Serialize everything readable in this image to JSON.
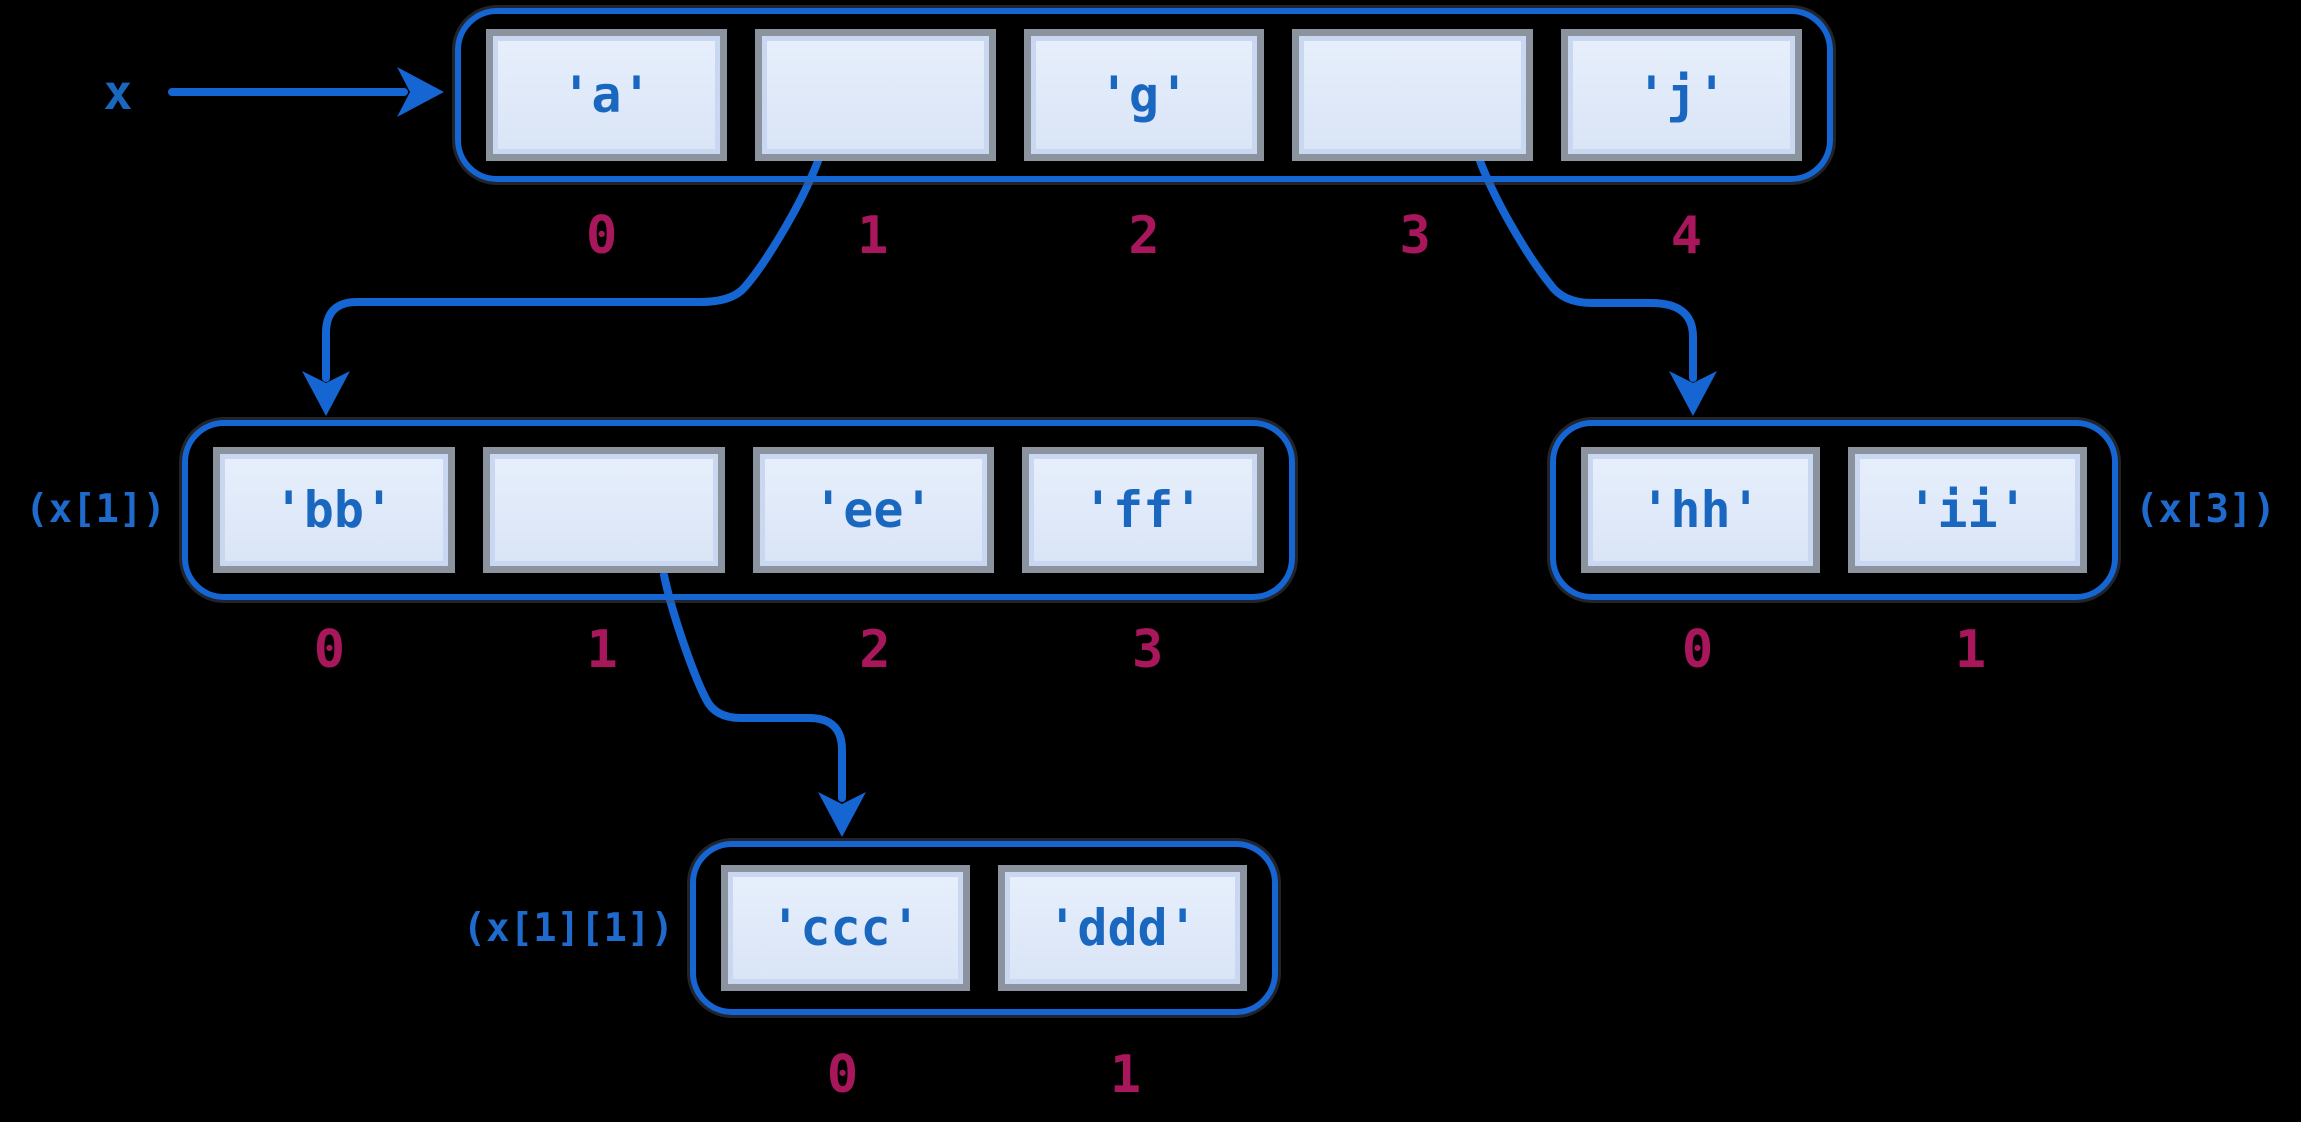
{
  "diagram": {
    "variable": "x",
    "lists": [
      {
        "name": "x",
        "label": "",
        "cells": [
          "'a'",
          "",
          "'g'",
          "",
          "'j'"
        ],
        "indices": [
          "0",
          "1",
          "2",
          "3",
          "4"
        ]
      },
      {
        "name": "x[1]",
        "label": "(x[1])",
        "cells": [
          "'bb'",
          "",
          "'ee'",
          "'ff'"
        ],
        "indices": [
          "0",
          "1",
          "2",
          "3"
        ]
      },
      {
        "name": "x[3]",
        "label": "(x[3])",
        "cells": [
          "'hh'",
          "'ii'"
        ],
        "indices": [
          "0",
          "1"
        ]
      },
      {
        "name": "x[1][1]",
        "label": "(x[1][1])",
        "cells": [
          "'ccc'",
          "'ddd'"
        ],
        "indices": [
          "0",
          "1"
        ]
      }
    ],
    "arrows": [
      {
        "from": "x",
        "to": "top list"
      },
      {
        "from": "top list slot 1",
        "to": "(x[1]) list"
      },
      {
        "from": "top list slot 3",
        "to": "(x[3]) list"
      },
      {
        "from": "(x[1]) list slot 1",
        "to": "(x[1][1]) list"
      }
    ],
    "colors": {
      "background": "#000000",
      "accent_blue": "#1565d2",
      "cell_text_blue": "#1a67c0",
      "label_blue": "#1e6bcd",
      "index_crimson": "#a8175c",
      "cell_fill": "#dfe9f9",
      "cell_border_gray": "#8b939f",
      "cell_inner_highlight": "#c9d7f0"
    }
  }
}
